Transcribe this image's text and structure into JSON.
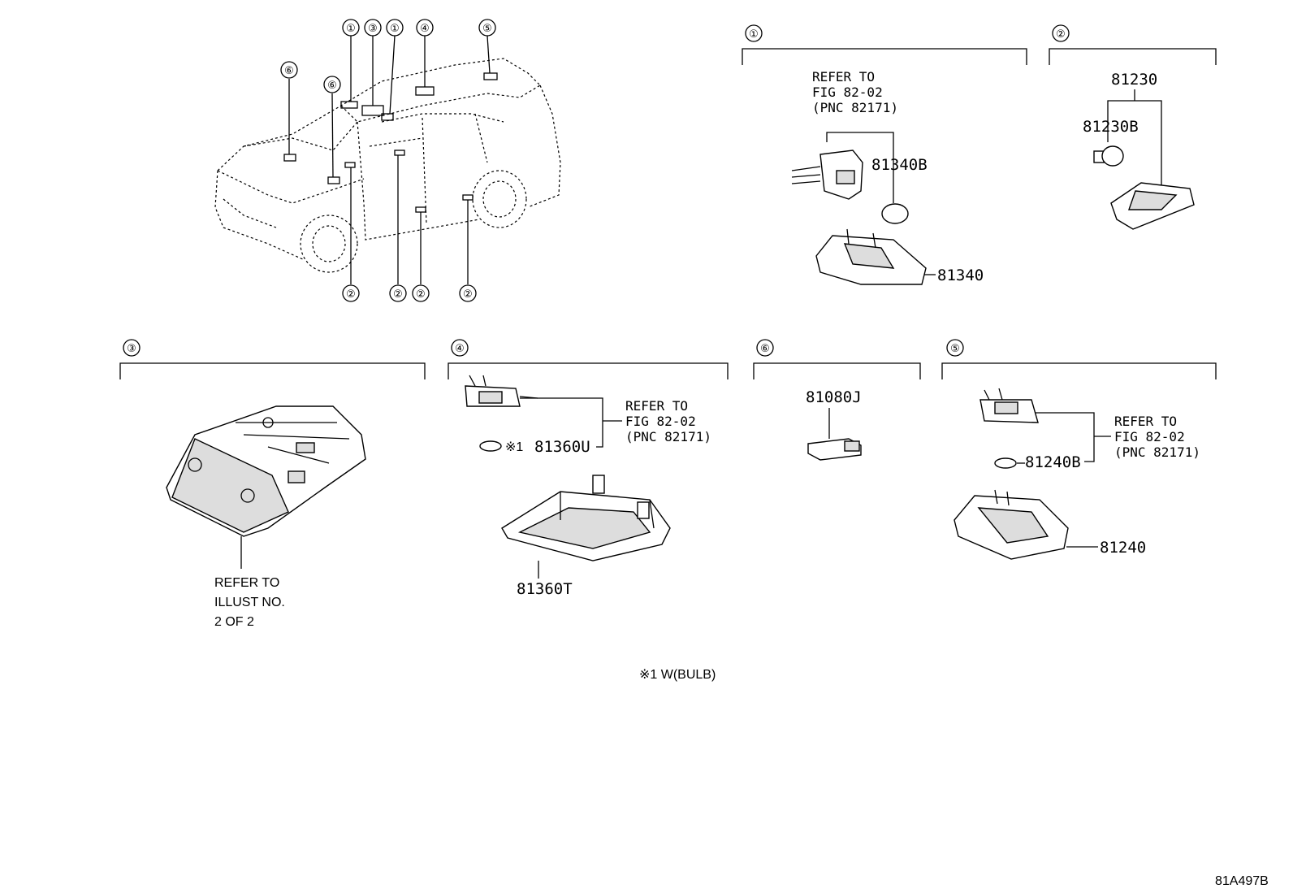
{
  "figure_code": "81A497B",
  "footnote": "※1 W(BULB)",
  "car_callouts": [
    "①",
    "③",
    "①",
    "④",
    "⑤",
    "⑥",
    "⑥",
    "②",
    "②",
    "②",
    "②"
  ],
  "sections": {
    "s1": {
      "marker": "①",
      "refer": [
        "REFER TO",
        "FIG 82-02",
        "(PNC 82171)"
      ],
      "parts": [
        "81340B",
        "81340"
      ]
    },
    "s2": {
      "marker": "②",
      "parts": [
        "81230",
        "81230B"
      ]
    },
    "s3": {
      "marker": "③",
      "refer": [
        "REFER TO",
        "ILLUST NO.",
        "2 OF 2"
      ]
    },
    "s4": {
      "marker": "④",
      "refer": [
        "REFER TO",
        "FIG 82-02",
        "(PNC 82171)"
      ],
      "note": "※1",
      "parts": [
        "81360U",
        "81360T"
      ]
    },
    "s5": {
      "marker": "⑤",
      "refer": [
        "REFER TO",
        "FIG 82-02",
        "(PNC 82171)"
      ],
      "parts": [
        "81240B",
        "81240"
      ]
    },
    "s6": {
      "marker": "⑥",
      "parts": [
        "81080J"
      ]
    }
  }
}
